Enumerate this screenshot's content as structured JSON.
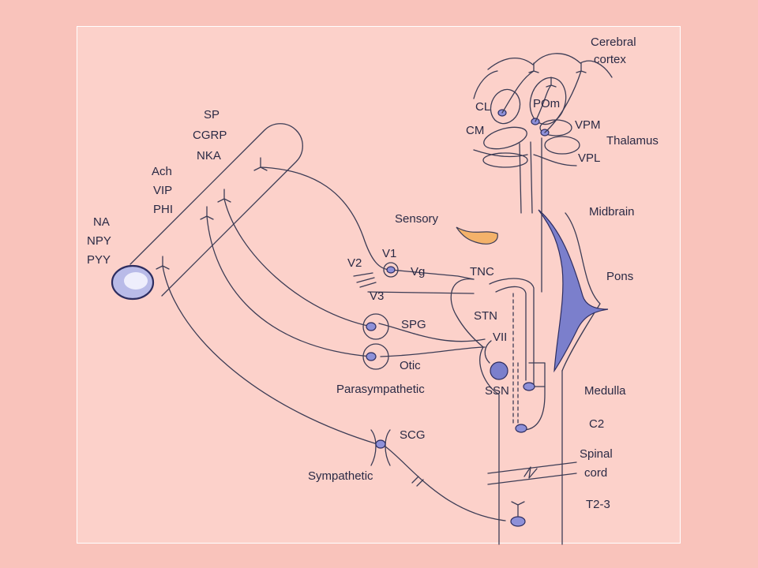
{
  "labels": {
    "cerebral_cortex": [
      "Cerebral",
      "cortex"
    ],
    "cl": "CL",
    "pom": "POm",
    "cm": "CM",
    "vpm": "VPM",
    "thalamus": "Thalamus",
    "vpl": "VPL",
    "sensory_neuropeptides": [
      "SP",
      "CGRP",
      "NKA"
    ],
    "parasympathetic_transmitters": [
      "Ach",
      "VIP",
      "PHI"
    ],
    "sympathetic_transmitters": [
      "NA",
      "NPY",
      "PYY"
    ],
    "sensory": "Sensory",
    "midbrain": "Midbrain",
    "v1": "V1",
    "v2": "V2",
    "vg": "Vg",
    "v3": "V3",
    "tnc": "TNC",
    "pons": "Pons",
    "spg": "SPG",
    "stn": "STN",
    "vii": "VII",
    "otic": "Otic",
    "ssn": "SSN",
    "parasympathetic": "Parasympathetic",
    "medulla": "Medulla",
    "c2": "C2",
    "scg": "SCG",
    "spinal_cord": [
      "Spinal",
      "cord"
    ],
    "sympathetic": "Sympathetic",
    "t2_3": "T2-3"
  },
  "colors": {
    "background": "#f9c3bb",
    "panel": "#fcd1ca",
    "line": "#3c3c55",
    "neuron": "#8e90d8",
    "brainstem_nucleus": "#7b7fcc",
    "sensory_ending": "#f4b26a",
    "vessel_lumen": "#b9bbe8"
  }
}
